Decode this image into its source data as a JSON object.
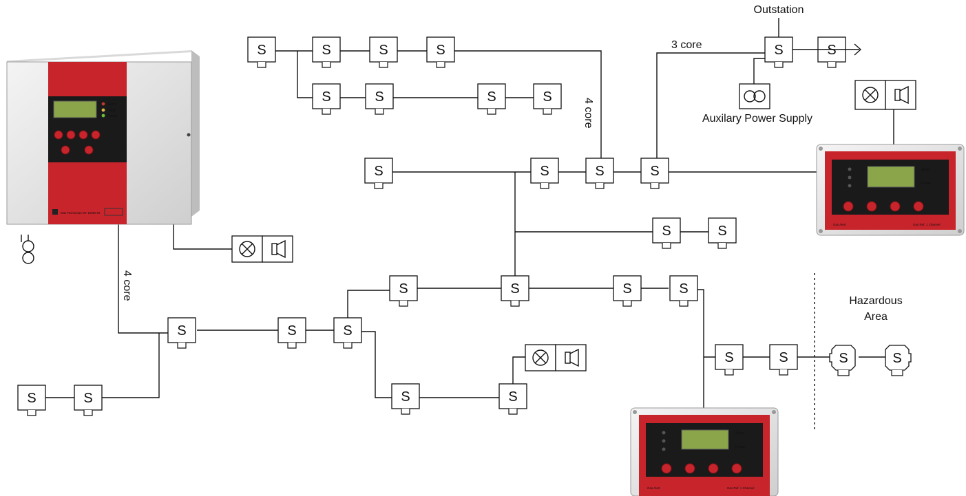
{
  "labels": {
    "outstation": "Outstation",
    "three_core": "3 core",
    "four_core_top": "4 core",
    "four_core_left": "4 core",
    "aux_power_supply": "Auxilary Power Supply",
    "hazardous_line1": "Hazardous",
    "hazardous_line2": "Area"
  },
  "sensor_letter": "S",
  "main_panel": {
    "leds": [
      "Alarm",
      "Fault",
      "Power"
    ],
    "footer": "Gas Technician GT 10000 M"
  },
  "wall_panel": {
    "leds": [
      "Alarm",
      "Power"
    ],
    "footer_left": "Gas Alert",
    "footer_right": "Gas Ref. 1 Channel"
  },
  "colors": {
    "panel_red": "#c8242b",
    "lcd_green": "#8aa54a",
    "enclosure_grey": "#e4e4e4",
    "line": "#111111"
  },
  "icons": [
    "sensor-icon",
    "beacon-icon",
    "sounder-icon",
    "power-supply-icon",
    "hazardous-sensor-icon"
  ]
}
